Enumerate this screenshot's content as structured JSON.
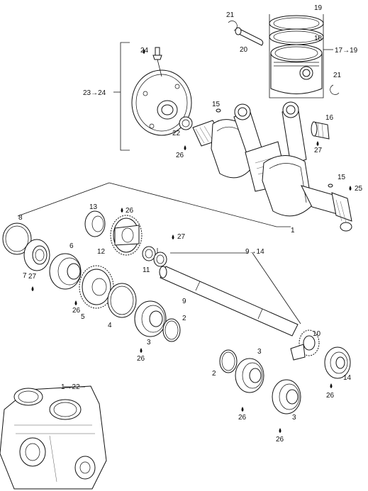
{
  "callouts": [
    {
      "id": "c1",
      "text": "1"
    },
    {
      "id": "c2a",
      "text": "2"
    },
    {
      "id": "c2b",
      "text": "2"
    },
    {
      "id": "c3a",
      "text": "3"
    },
    {
      "id": "c3b",
      "text": "3"
    },
    {
      "id": "c3c",
      "text": "3"
    },
    {
      "id": "c4",
      "text": "4"
    },
    {
      "id": "c5",
      "text": "5"
    },
    {
      "id": "c6",
      "text": "6"
    },
    {
      "id": "c7",
      "text": "7"
    },
    {
      "id": "c8",
      "text": "8"
    },
    {
      "id": "c9",
      "text": "9"
    },
    {
      "id": "c9to14",
      "text": "9→14"
    },
    {
      "id": "c10",
      "text": "10"
    },
    {
      "id": "c11",
      "text": "11"
    },
    {
      "id": "c12",
      "text": "12"
    },
    {
      "id": "c13",
      "text": "13"
    },
    {
      "id": "c14",
      "text": "14"
    },
    {
      "id": "c15a",
      "text": "15"
    },
    {
      "id": "c15b",
      "text": "15"
    },
    {
      "id": "c16",
      "text": "16"
    },
    {
      "id": "c17to19",
      "text": "17→19"
    },
    {
      "id": "c18",
      "text": "18"
    },
    {
      "id": "c19",
      "text": "19"
    },
    {
      "id": "c20",
      "text": "20"
    },
    {
      "id": "c21a",
      "text": "21"
    },
    {
      "id": "c21b",
      "text": "21"
    },
    {
      "id": "c22",
      "text": "22"
    },
    {
      "id": "c23to24",
      "text": "23→24"
    },
    {
      "id": "c24",
      "text": "24"
    },
    {
      "id": "c25",
      "text": "25"
    },
    {
      "id": "c26a",
      "text": "26"
    },
    {
      "id": "c26b",
      "text": "26"
    },
    {
      "id": "c26c",
      "text": "26"
    },
    {
      "id": "c26d",
      "text": "26"
    },
    {
      "id": "c26e",
      "text": "26"
    },
    {
      "id": "c26f",
      "text": "26"
    },
    {
      "id": "c26g",
      "text": "26"
    },
    {
      "id": "c27a",
      "text": "27"
    },
    {
      "id": "c27b",
      "text": "27"
    },
    {
      "id": "c27c",
      "text": "27"
    },
    {
      "id": "c1to22",
      "text": "1→22"
    }
  ],
  "icons": {
    "lubricant_marker": "oil-drop-icon"
  }
}
